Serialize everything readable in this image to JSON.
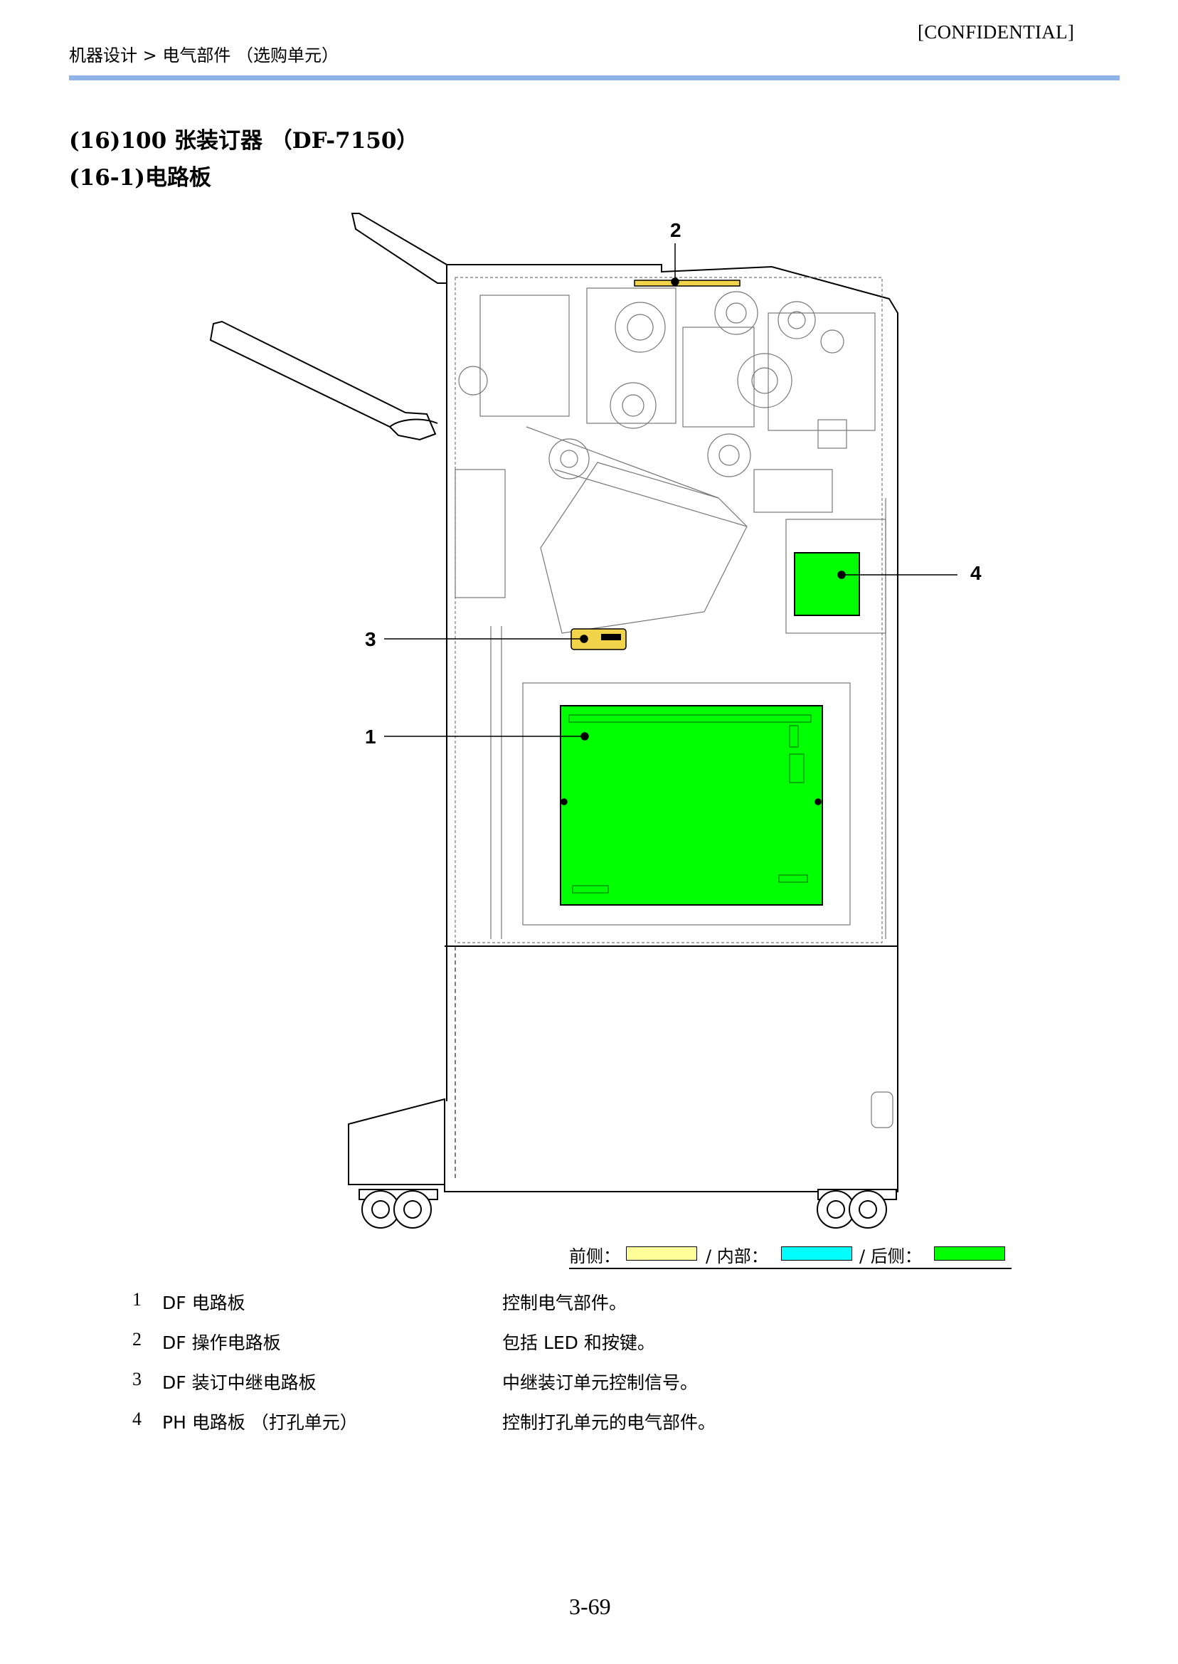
{
  "header": {
    "confidential": "[CONFIDENTIAL]",
    "breadcrumb": "机器设计 > 电气部件 （选购单元）"
  },
  "section": {
    "title": "(16)100 张装订器 （DF-7150）",
    "subtitle": "(16-1)电路板"
  },
  "figure": {
    "callouts": [
      "1",
      "2",
      "3",
      "4"
    ],
    "colors": {
      "front": "#ffff99",
      "inside": "#00ffff",
      "rear": "#00ff00",
      "board_yellow": "#f2d44a"
    }
  },
  "legend": {
    "front": "前侧：",
    "inside": "/ 内部：",
    "rear": "/ 后侧："
  },
  "parts": [
    {
      "num": "1",
      "name": "DF 电路板",
      "desc": "控制电气部件。"
    },
    {
      "num": "2",
      "name": "DF 操作电路板",
      "desc": "包括 LED 和按键。"
    },
    {
      "num": "3",
      "name": "DF 装订中继电路板",
      "desc": "中继装订单元控制信号。"
    },
    {
      "num": "4",
      "name": "PH 电路板 （打孔单元）",
      "desc": "控制打孔单元的电气部件。"
    }
  ],
  "footer": {
    "page_number": "3-69"
  }
}
